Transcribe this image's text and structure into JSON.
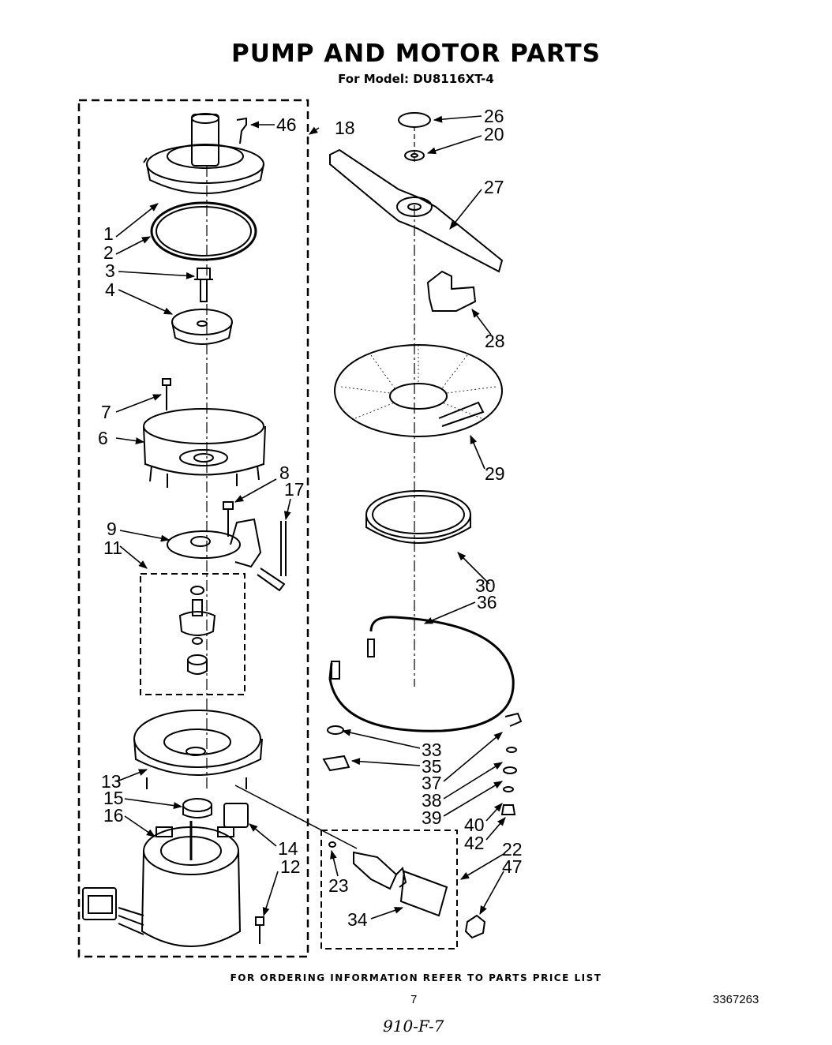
{
  "title": "PUMP AND MOTOR PARTS",
  "subtitle": "For Model: DU8116XT-4",
  "footer": "FOR ORDERING INFORMATION REFER TO PARTS PRICE LIST",
  "page_number": "7",
  "doc_number": "3367263",
  "handwritten_note": "910-F-7",
  "callouts": {
    "c1": "1",
    "c2": "2",
    "c3": "3",
    "c4": "4",
    "c6": "6",
    "c7": "7",
    "c8": "8",
    "c9": "9",
    "c11": "11",
    "c12": "12",
    "c13": "13",
    "c14": "14",
    "c15": "15",
    "c16": "16",
    "c17": "17",
    "c18": "18",
    "c20": "20",
    "c22": "22",
    "c23": "23",
    "c26": "26",
    "c27": "27",
    "c28": "28",
    "c29": "29",
    "c30": "30",
    "c33": "33",
    "c34": "34",
    "c35": "35",
    "c36": "36",
    "c37": "37",
    "c38": "38",
    "c39": "39",
    "c40": "40",
    "c42": "42",
    "c46": "46",
    "c47": "47"
  }
}
